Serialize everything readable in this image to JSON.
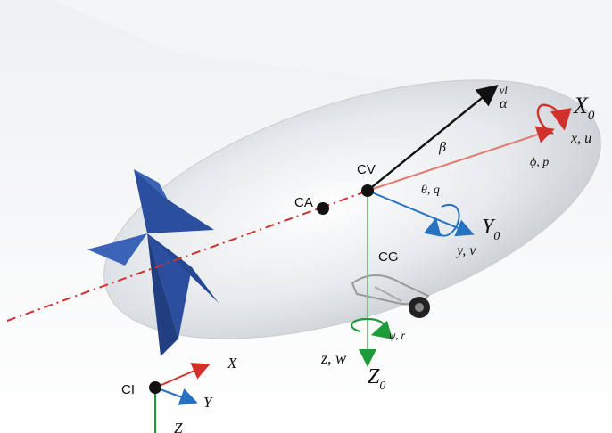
{
  "points": {
    "cv": "CV",
    "ca": "CA",
    "cg": "CG",
    "ci": "CI"
  },
  "body_axes": {
    "x0": "X",
    "x0_sub": "0",
    "y0": "Y",
    "y0_sub": "0",
    "z0": "Z",
    "z0_sub": "0"
  },
  "velocity": {
    "x_u": "x, u",
    "y_v": "y, v",
    "z_w": "z, w"
  },
  "rates": {
    "phi_p": "ϕ, p",
    "theta_q": "θ, q",
    "psi_r": "ψ, r"
  },
  "aero": {
    "vl": "vl",
    "alpha": "α",
    "beta": "β"
  },
  "inertial_axes": {
    "x": "X",
    "y": "Y",
    "z": "Z"
  },
  "colors": {
    "x_axis": "#d0312d",
    "y_axis": "#2672c0",
    "z_axis": "#1f9a3a",
    "velocity_vector": "#111111",
    "fin": "#2b4f9e",
    "hull": "#e9ecef"
  }
}
